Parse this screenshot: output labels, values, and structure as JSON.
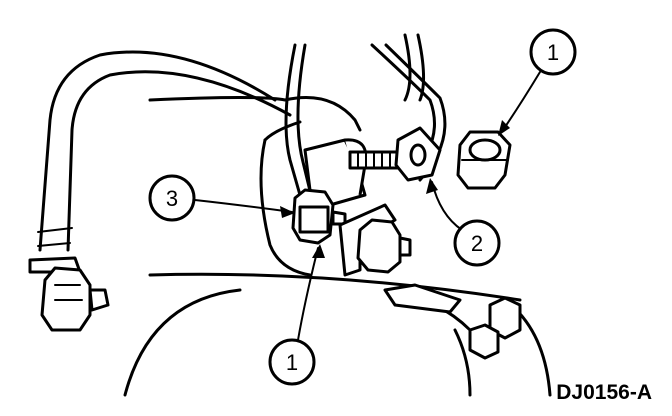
{
  "callouts": [
    {
      "id": "c1-top",
      "label": "1"
    },
    {
      "id": "c2",
      "label": "2"
    },
    {
      "id": "c3",
      "label": "3"
    },
    {
      "id": "c1-bottom",
      "label": "1"
    }
  ],
  "reference_code": "DJ0156-A"
}
